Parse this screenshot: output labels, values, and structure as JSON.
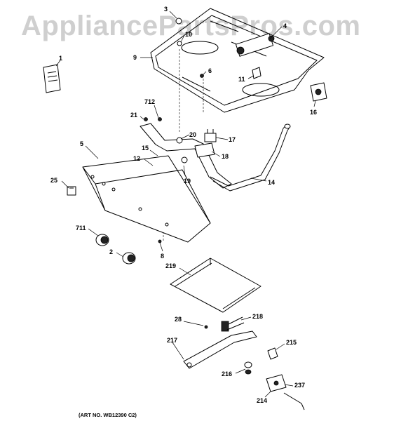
{
  "watermark": "AppliancePartsPros.com",
  "art_number": "(ART NO. WB12390 C2)",
  "callouts": {
    "c1": "1",
    "c2": "2",
    "c3": "3",
    "c4": "4",
    "c5": "5",
    "c6": "6",
    "c8": "8",
    "c9": "9",
    "c10": "10",
    "c11": "11",
    "c12": "12",
    "c14": "14",
    "c15": "15",
    "c16": "16",
    "c17": "17",
    "c18": "18",
    "c19": "19",
    "c20": "20",
    "c21": "21",
    "c25": "25",
    "c28": "28",
    "c214": "214",
    "c215": "215",
    "c216": "216",
    "c217": "217",
    "c218": "218",
    "c219": "219",
    "c237": "237",
    "c711": "711",
    "c712": "712"
  }
}
